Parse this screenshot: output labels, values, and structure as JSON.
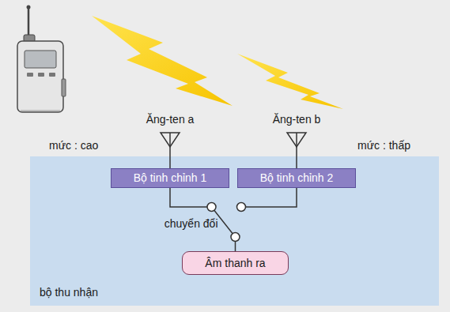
{
  "diagram": {
    "nodes": [
      {
        "text": [
          "bộ thu nhận"
        ]
      },
      {
        "text": [
          "Bộ tinh chỉnh 1"
        ],
        "in": 0
      },
      {
        "text": [
          "Bộ tinh chỉnh 2"
        ],
        "in": 0
      },
      {
        "text": [
          "Âm thanh ra"
        ],
        "in": 0
      }
    ],
    "edges": [
      {
        "from": 1,
        "to": 3,
        "arrow": "none",
        "label": "chuyển đổi"
      }
    ],
    "labels": [
      "Ăng-ten a",
      "Ăng-ten b",
      "mức : cao",
      "mức : thấp"
    ]
  }
}
